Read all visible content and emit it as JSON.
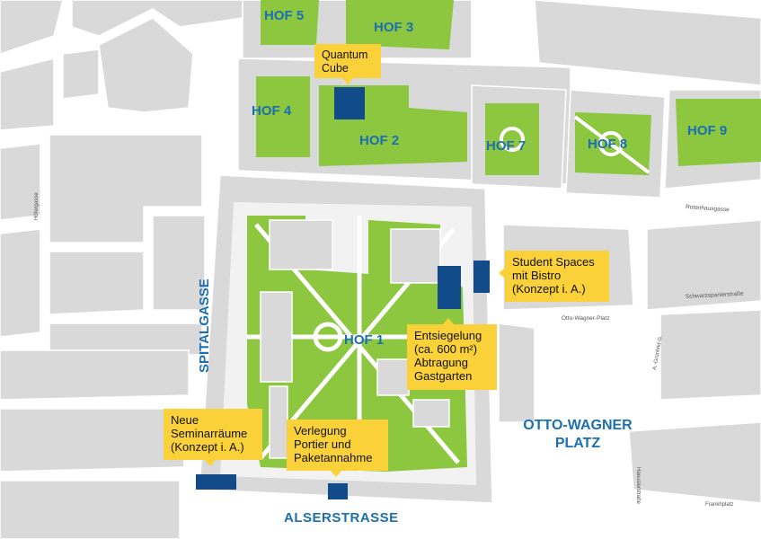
{
  "colors": {
    "blocks": "#d9d9d9",
    "block_stroke": "#ffffff",
    "streets": "#f5f5f5",
    "green": "#8dc63f",
    "highlight": "#114b8a",
    "callout": "#fbd13a",
    "courtyard_labels": "#1c6fb0"
  },
  "courtyards": {
    "hof1": "HOF 1",
    "hof2": "HOF 2",
    "hof3": "HOF 3",
    "hof4": "HOF 4",
    "hof5": "HOF 5",
    "hof7": "HOF 7",
    "hof8": "HOF 8",
    "hof9": "HOF 9"
  },
  "streets": {
    "spitalgasse": "SPITALGASSE",
    "alserstrasse": "ALSERSTRASSE",
    "otto_wagner_platz_big": "OTTO-WAGNER\nPLATZ",
    "rotenhausgasse": "Rotenhausgasse",
    "schwarzspanierstrasse": "Schwarzspanierstraße",
    "otto_wagner_platz_small": "Otto-Wagner-Platz",
    "hoefergasse": "Höfergasse",
    "gruenfeld": "A.-Grünfeld-G.",
    "haeuslerstrasse": "Haeuslerstraße",
    "frankhplatz": "Frankhplatz"
  },
  "callouts": {
    "quantum_cube": "Quantum\nCube",
    "student_spaces": "Student Spaces\nmit Bistro\n(Konzept i. A.)",
    "entsiegelung": "Entsiegelung\n(ca. 600 m²)\nAbtragung\nGastgarten",
    "seminarraeume": "Neue\nSeminarräume\n(Konzept i. A.)",
    "verlegung": "Verlegung\nPortier und\nPaketannahme"
  }
}
